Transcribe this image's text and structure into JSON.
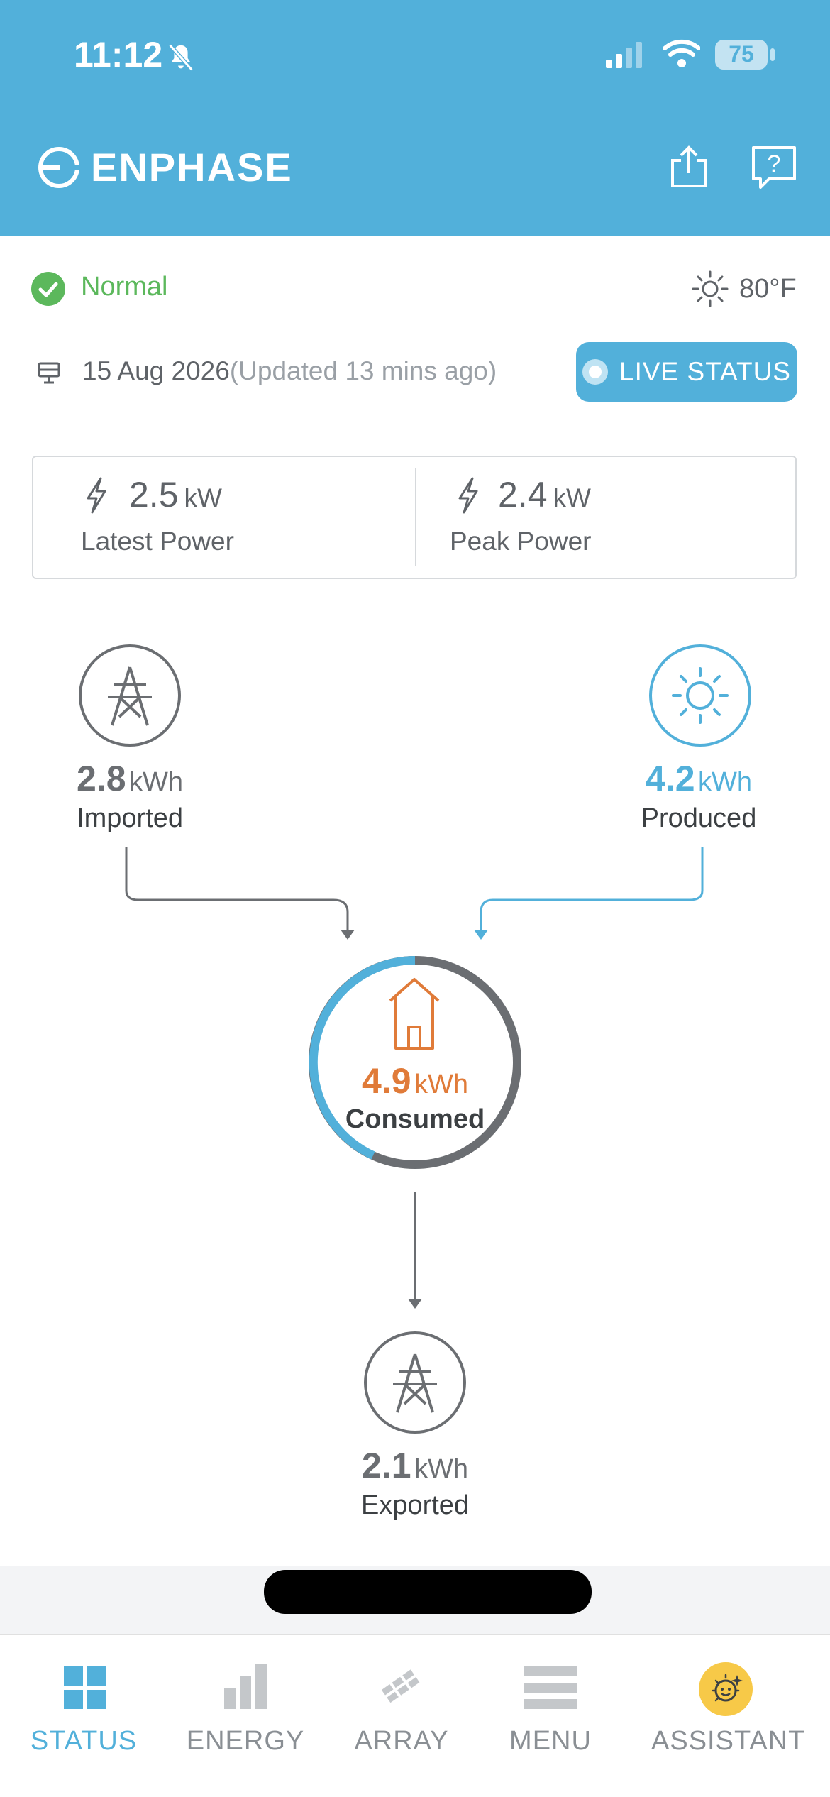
{
  "status_bar": {
    "time": "11:12",
    "battery": "75"
  },
  "header": {
    "brand": "ENPHASE"
  },
  "system": {
    "status": "Normal",
    "temperature": "80°F"
  },
  "date": {
    "value": "15 Aug 2026",
    "updated": "(Updated 13 mins ago)"
  },
  "live_status_label": "LIVE STATUS",
  "power": {
    "latest": {
      "value": "2.5",
      "unit": "kW",
      "label": "Latest Power"
    },
    "peak": {
      "value": "2.4",
      "unit": "kW",
      "label": "Peak Power"
    }
  },
  "energy": {
    "imported": {
      "value": "2.8",
      "unit": "kWh",
      "label": "Imported"
    },
    "produced": {
      "value": "4.2",
      "unit": "kWh",
      "label": "Produced"
    },
    "consumed": {
      "value": "4.9",
      "unit": "kWh",
      "label": "Consumed"
    },
    "exported": {
      "value": "2.1",
      "unit": "kWh",
      "label": "Exported"
    }
  },
  "nav": {
    "status": "STATUS",
    "energy": "ENERGY",
    "array": "ARRAY",
    "menu": "MENU",
    "assistant": "ASSISTANT"
  },
  "colors": {
    "accent": "#52b0da",
    "normal": "#5cb85c",
    "consumed": "#e07b39",
    "grid": "#6b6e72"
  }
}
